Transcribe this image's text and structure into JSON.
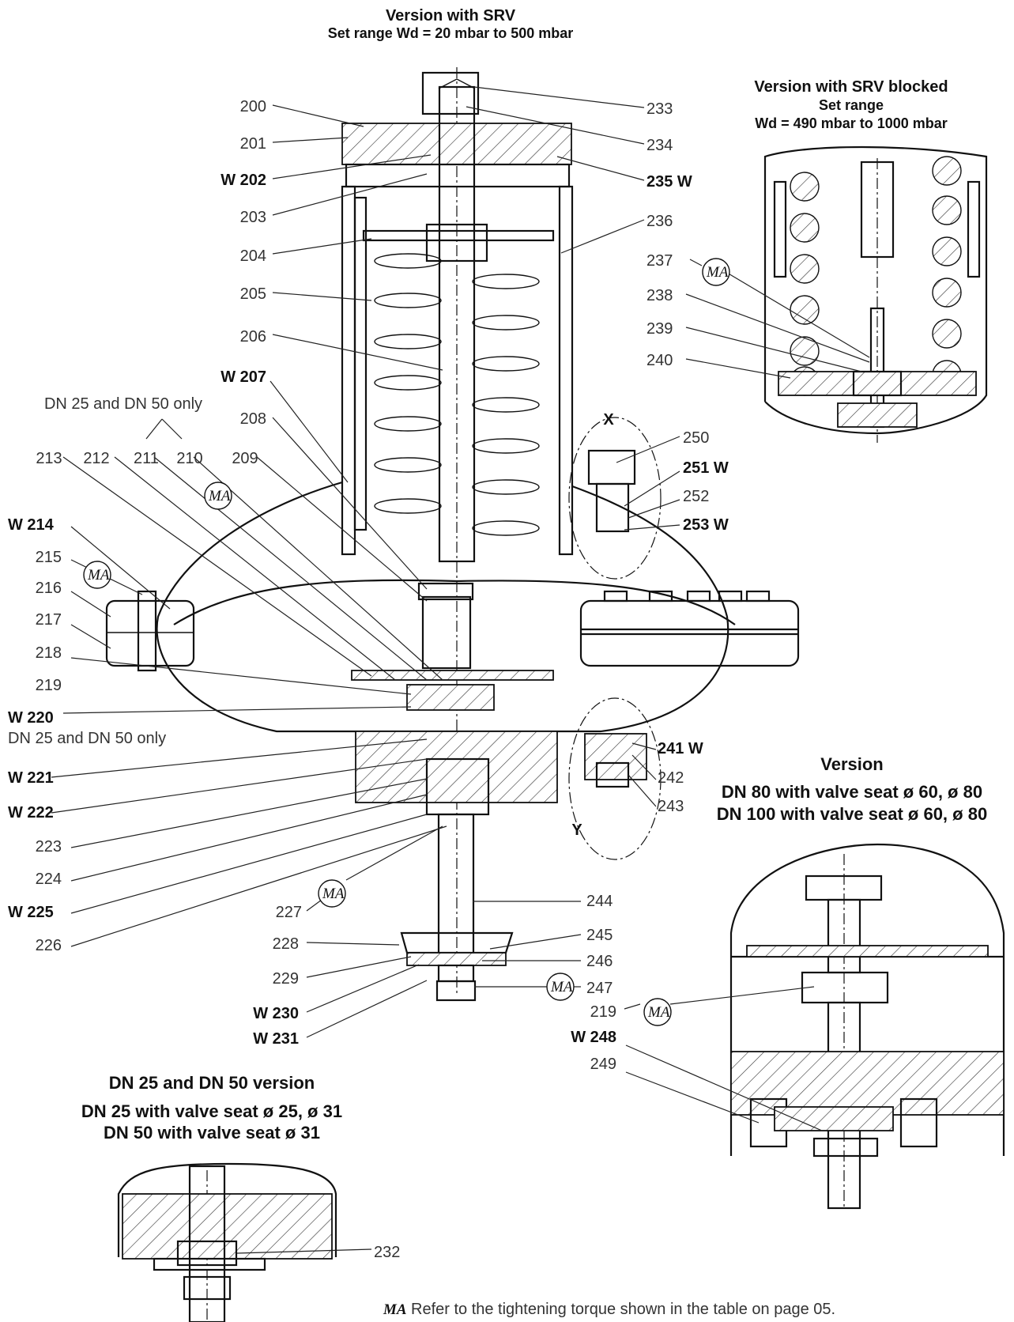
{
  "titles": {
    "main_line1": "Version with SRV",
    "main_line2": "Set range Wd = 20 mbar to 500 mbar",
    "blocked_line1": "Version with SRV blocked",
    "blocked_line2": "Set range",
    "blocked_line3": "Wd = 490 mbar to 1000 mbar",
    "dn80_line1": "Version",
    "dn80_line2": "DN 80 with valve seat ø 60, ø 80",
    "dn80_line3": "DN 100 with valve seat ø 60, ø 80",
    "dn25_line1": "DN 25 and DN 50 version",
    "dn25_line2": "DN 25 with valve seat ø 25, ø 31",
    "dn25_line3": "DN 50 with valve seat ø 31"
  },
  "notes": {
    "dn25_only_top": "DN 25 and DN 50 only",
    "dn25_only_w220": "DN 25 and DN 50 only",
    "detail_x": "X",
    "detail_y": "Y",
    "torque_symbol": "MA",
    "torque_note": "Refer to the tightening torque shown in the table on page 05."
  },
  "labels": {
    "l200": "200",
    "l201": "201",
    "l202": "W 202",
    "l203": "203",
    "l204": "204",
    "l205": "205",
    "l206": "206",
    "l207": "W 207",
    "l208": "208",
    "l209": "209",
    "l210": "210",
    "l211": "211",
    "l212": "212",
    "l213": "213",
    "l214": "W 214",
    "l215": "215",
    "l216": "216",
    "l217": "217",
    "l218": "218",
    "l219": "219",
    "l220": "W 220",
    "l221": "W 221",
    "l222": "W 222",
    "l223": "223",
    "l224": "224",
    "l225": "W 225",
    "l226": "226",
    "l227": "227",
    "l228": "228",
    "l229": "229",
    "l230": "W 230",
    "l231": "W 231",
    "l232": "232",
    "l233": "233",
    "l234": "234",
    "l235": "235 W",
    "l236": "236",
    "l237": "237",
    "l238": "238",
    "l239": "239",
    "l240": "240",
    "l241": "241 W",
    "l242": "242",
    "l243": "243",
    "l244": "244",
    "l245": "245",
    "l246": "246",
    "l247": "247",
    "l219b": "219",
    "l248": "W 248",
    "l249": "249",
    "l250": "250",
    "l251": "251 W",
    "l252": "252",
    "l253": "253 W"
  }
}
